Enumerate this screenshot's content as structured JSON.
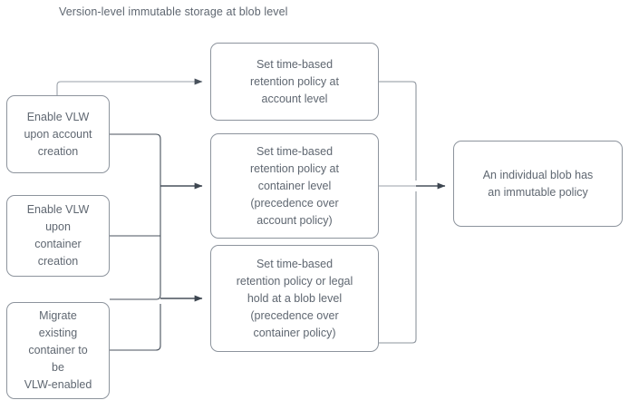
{
  "diagram": {
    "title": "Version-level immutable storage at blob level",
    "type": "flowchart",
    "colors": {
      "text": "#5f6771",
      "box_border": "#8d949d",
      "box_fill": "#ffffff",
      "connector_light": "#9aa1a9",
      "connector_dark": "#48515c",
      "background": "#ffffff"
    },
    "nodes": {
      "enable_account": "Enable VLW\nupon account\ncreation",
      "enable_container": "Enable VLW\nupon\ncontainer\ncreation",
      "migrate": "Migrate\nexisting\ncontainer to\nbe\nVLW-enabled",
      "retention_account": "Set time-based\nretention policy at\naccount level",
      "retention_container": "Set time-based\nretention policy at\ncontainer level\n(precedence over\naccount policy)",
      "retention_blob": "Set time-based\nretention policy or legal\nhold at a blob level\n(precedence over\ncontainer policy)",
      "immutable_policy": "An individual blob has\nan immutable policy"
    },
    "edges": [
      {
        "from": "enable_account",
        "to": "retention_account",
        "style": "light"
      },
      {
        "from": "enable_account",
        "to": "retention_container",
        "style": "dark"
      },
      {
        "from": "enable_container",
        "to": "retention_container",
        "style": "dark"
      },
      {
        "from": "enable_container",
        "to": "retention_blob",
        "style": "dark"
      },
      {
        "from": "migrate",
        "to": "retention_blob",
        "style": "dark"
      },
      {
        "from": "retention_account",
        "to": "immutable_policy",
        "style": "light"
      },
      {
        "from": "retention_container",
        "to": "immutable_policy",
        "style": "dark"
      },
      {
        "from": "retention_blob",
        "to": "immutable_policy",
        "style": "light"
      }
    ]
  }
}
